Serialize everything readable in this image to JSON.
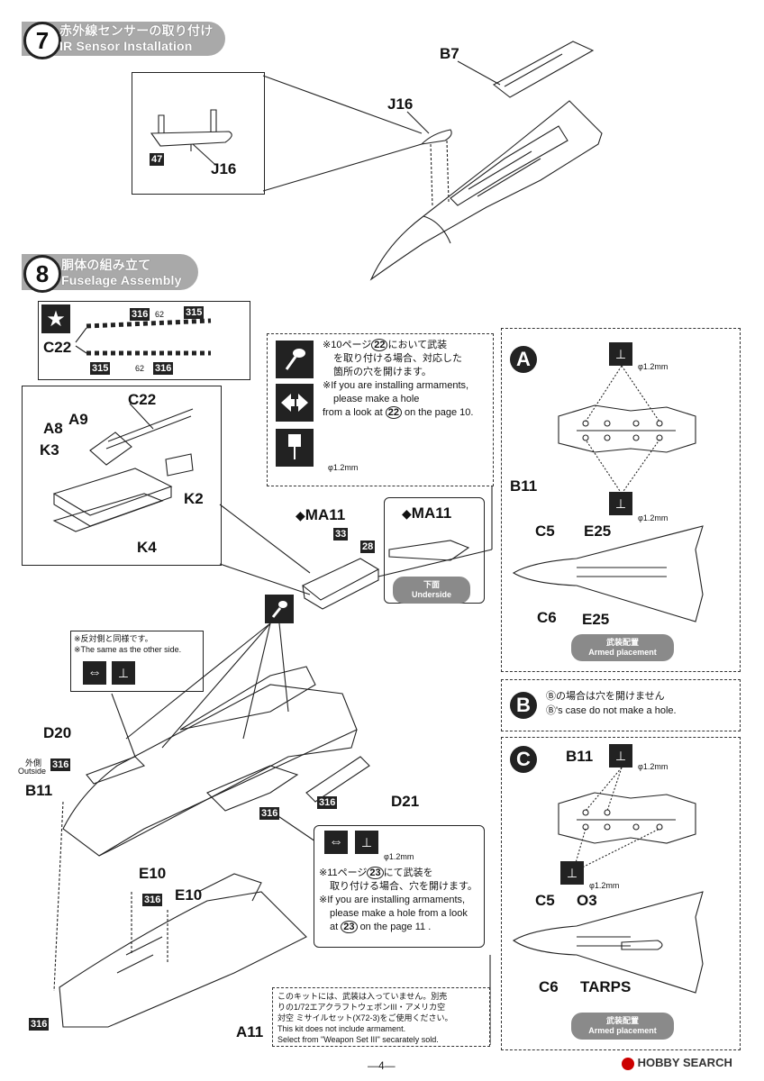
{
  "step7": {
    "number": "7",
    "title_ja": "赤外線センサーの取り付け",
    "title_en": "IR Sensor Installation",
    "labels": {
      "b7": "B7",
      "j16_main": "J16",
      "j16_inset": "J16",
      "color_47": "47"
    }
  },
  "step8": {
    "number": "8",
    "title_ja": "胴体の組み立て",
    "title_en": "Fuselage Assembly",
    "decal": {
      "c22": "C22",
      "c22b": "C22",
      "tag316a": "316",
      "num62a": "62",
      "tag315a": "315",
      "tag315b": "315",
      "num62b": "62",
      "tag316b": "316"
    },
    "inset_labels": {
      "a8": "A8",
      "a9": "A9",
      "k3": "K3",
      "k2": "K2",
      "k4": "K4"
    },
    "ma11_left": "MA11",
    "ma11_right": "MA11",
    "tag33": "33",
    "tag28": "28",
    "underside_ja": "下面",
    "underside_en": "Underside",
    "same_side_ja": "※反対側と同様です。",
    "same_side_en": "※The same as the other side.",
    "fuselage_labels": {
      "d20": "D20",
      "outside_ja": "外側",
      "outside_en": "Outside",
      "tag316_out": "316",
      "b11": "B11",
      "d21": "D21",
      "tag316_d21": "316",
      "tag316_b": "316",
      "e10a": "E10",
      "tag316_e10": "316",
      "e10b": "E10",
      "a11": "A11",
      "tag316_a11": "316"
    },
    "note1": {
      "ja1": "※10ページ",
      "ref": "22",
      "ja2": "において武装",
      "ja3": "を取り付ける場合、対応した",
      "ja4": "箇所の穴を開けます。",
      "en1": "※If you are installing armaments,",
      "en2": "please make a hole",
      "en3a": "from a look at",
      "en3b": "on the page 10.",
      "hole": "φ1.2mm"
    },
    "note2": {
      "hole": "φ1.2mm",
      "ja1": "※11ページ",
      "ref": "23",
      "ja2": "にて武装を",
      "ja3": "取り付ける場合、穴を開けます。",
      "en1": "※If you are installing armaments,",
      "en2": "please make a hole from a look",
      "en3a": "at",
      "en3b": "on the page 11 ."
    },
    "disclaimer": {
      "ja1": "このキットには、武装は入っていません。別売",
      "ja2": "りの1/72エアクラフトウェポンIII・アメリカ空",
      "ja3": "対空 ミサイルセット(X72-3)をご使用ください。",
      "en1": "This kit does not include armament.",
      "en2": "Select from \"Weapon Set III\" secarately sold."
    }
  },
  "panelA": {
    "letter": "A",
    "hole1": "φ1.2mm",
    "b11": "B11",
    "hole2": "φ1.2mm",
    "c5": "C5",
    "e25a": "E25",
    "c6": "C6",
    "e25b": "E25",
    "pill_ja": "武装配置",
    "pill_en": "Armed placement"
  },
  "panelB": {
    "letter": "B",
    "ja": "Ⓑの場合は穴を開けません",
    "en": "Ⓑ's case do not make a hole."
  },
  "panelC": {
    "letter": "C",
    "b11": "B11",
    "hole1": "φ1.2mm",
    "hole2": "φ1.2mm",
    "c5": "C5",
    "o3": "O3",
    "c6": "C6",
    "tarps": "TARPS",
    "pill_ja": "武装配置",
    "pill_en": "Armed placement"
  },
  "footer": {
    "page": "—4—",
    "watermark": "HOBBY SEARCH"
  }
}
